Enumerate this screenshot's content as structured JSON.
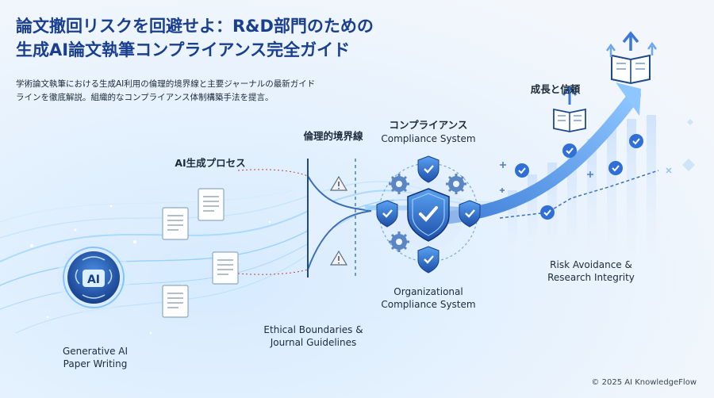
{
  "header": {
    "title_line1": "論文撤回リスクを回避せよ：R&D部門のための",
    "title_line2": "生成AI論文執筆コンプライアンス完全ガイド",
    "subtitle_line1": "学術論文執筆における生成AI利用の倫理的境界線と主要ジャーナルの最新ガイド",
    "subtitle_line2": "ラインを徹底解説。組織的なコンプライアンス体制構築手法を提言。"
  },
  "stages": {
    "generative_ai": {
      "icon_text": "AI",
      "label_line1": "Generative AI",
      "label_line2": "Paper Writing"
    },
    "ai_process": {
      "label": "AI生成プロセス"
    },
    "ethics": {
      "label_jp": "倫理的境界線",
      "label_line1": "Ethical Boundaries &",
      "label_line2": "Journal Guidelines"
    },
    "compliance": {
      "label_jp": "コンプライアンス",
      "label_en": "Compliance System",
      "label_line1": "Organizational",
      "label_line2": "Compliance System"
    },
    "growth": {
      "label_jp": "成長と信頼",
      "label_line1": "Risk Avoidance &",
      "label_line2": "Research Integrity"
    }
  },
  "footer": {
    "copyright": "© 2025 AI KnowledgeFlow"
  },
  "colors": {
    "title": "#1a3f8f",
    "accent": "#2f6fd6",
    "glow": "#7cc4ff"
  }
}
